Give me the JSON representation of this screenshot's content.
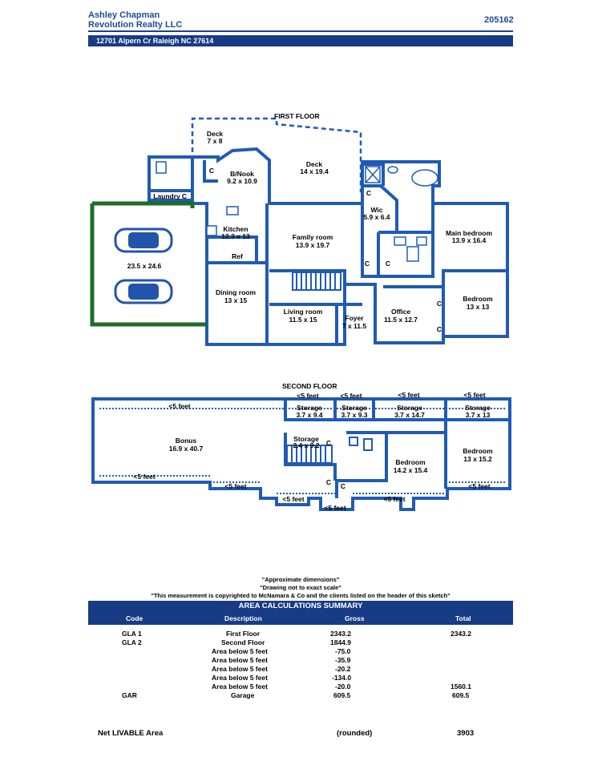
{
  "header": {
    "agent_name": "Ashley Chapman",
    "agency": "Revolution Realty LLC",
    "report_number": "205162",
    "address": "12701 Alpern Cr Raleigh NC 27614"
  },
  "first_floor": {
    "title": "FIRST FLOOR",
    "rooms": [
      {
        "name": "Deck",
        "dims": "7 x 8"
      },
      {
        "name": "B/Nook",
        "dims": "9.2 x 10.9"
      },
      {
        "name": "Deck",
        "dims": "14 x 19.4"
      },
      {
        "name": "Laundry",
        "dims": ""
      },
      {
        "name": "Kitchen",
        "dims": "12.3 x 13"
      },
      {
        "name": "Family room",
        "dims": "13.9 x 19.7"
      },
      {
        "name": "Wic",
        "dims": "5.9 x 6.4"
      },
      {
        "name": "Main bedroom",
        "dims": "13.9 x 16.4"
      },
      {
        "name": "",
        "dims": "23.5 x 24.6"
      },
      {
        "name": "Dining room",
        "dims": "13 x 15"
      },
      {
        "name": "Living room",
        "dims": "11.5 x 15"
      },
      {
        "name": "Foyer",
        "dims": "7 x 11.5"
      },
      {
        "name": "Office",
        "dims": "11.5 x 12.7"
      },
      {
        "name": "Bedroom",
        "dims": "13 x 13"
      }
    ],
    "ref_label": "Ref",
    "closet_label": "C"
  },
  "second_floor": {
    "title": "SECOND FLOOR",
    "rooms": [
      {
        "name": "Bonus",
        "dims": "16.9 x 40.7"
      },
      {
        "name": "Storage",
        "dims": "3.7 x 9.4"
      },
      {
        "name": "Storage",
        "dims": "3.7 x 9.3"
      },
      {
        "name": "Storage",
        "dims": "3.7 x 14.7"
      },
      {
        "name": "Storage",
        "dims": "3.7 x 13"
      },
      {
        "name": "Storage",
        "dims": "2.4 x 9.2"
      },
      {
        "name": "Bedroom",
        "dims": "14.2 x 15.4"
      },
      {
        "name": "Bedroom",
        "dims": "13 x 15.2"
      }
    ],
    "low_ceiling_label": "<5 feet",
    "closet_label": "C"
  },
  "notes": {
    "line1": "\"Approximate dimensions\"",
    "line2": "\"Drawing not to exact scale\"",
    "line3": "\"This measurement is copyrighted to McNamara & Co and the clients listed on the header of this sketch\""
  },
  "summary": {
    "title": "AREA CALCULATIONS SUMMARY",
    "columns": {
      "code": "Code",
      "description": "Description",
      "gross": "Gross",
      "total": "Total"
    },
    "rows": [
      {
        "code": "GLA 1",
        "description": "First Floor",
        "gross": "2343.2",
        "total": "2343.2"
      },
      {
        "code": "GLA 2",
        "description": "Second Floor",
        "gross": "1844.9",
        "total": ""
      },
      {
        "code": "",
        "description": "Area below 5 feet",
        "gross": "-75.0",
        "total": ""
      },
      {
        "code": "",
        "description": "Area below 5 feet",
        "gross": "-35.9",
        "total": ""
      },
      {
        "code": "",
        "description": "Area below 5 feet",
        "gross": "-20.2",
        "total": ""
      },
      {
        "code": "",
        "description": "Area below 5 feet",
        "gross": "-134.0",
        "total": ""
      },
      {
        "code": "",
        "description": "Area below 5 feet",
        "gross": "-20.0",
        "total": "1560.1"
      },
      {
        "code": "GAR",
        "description": "Garage",
        "gross": "609.5",
        "total": "609.5"
      }
    ],
    "net_label": "Net LIVABLE Area",
    "rounded_label": "(rounded)",
    "net_total": "3903"
  },
  "colors": {
    "wall": "#1f5bb5",
    "header_bar": "#173b84",
    "garage_edge": "#1e6b2a",
    "car": "#2255aa"
  }
}
